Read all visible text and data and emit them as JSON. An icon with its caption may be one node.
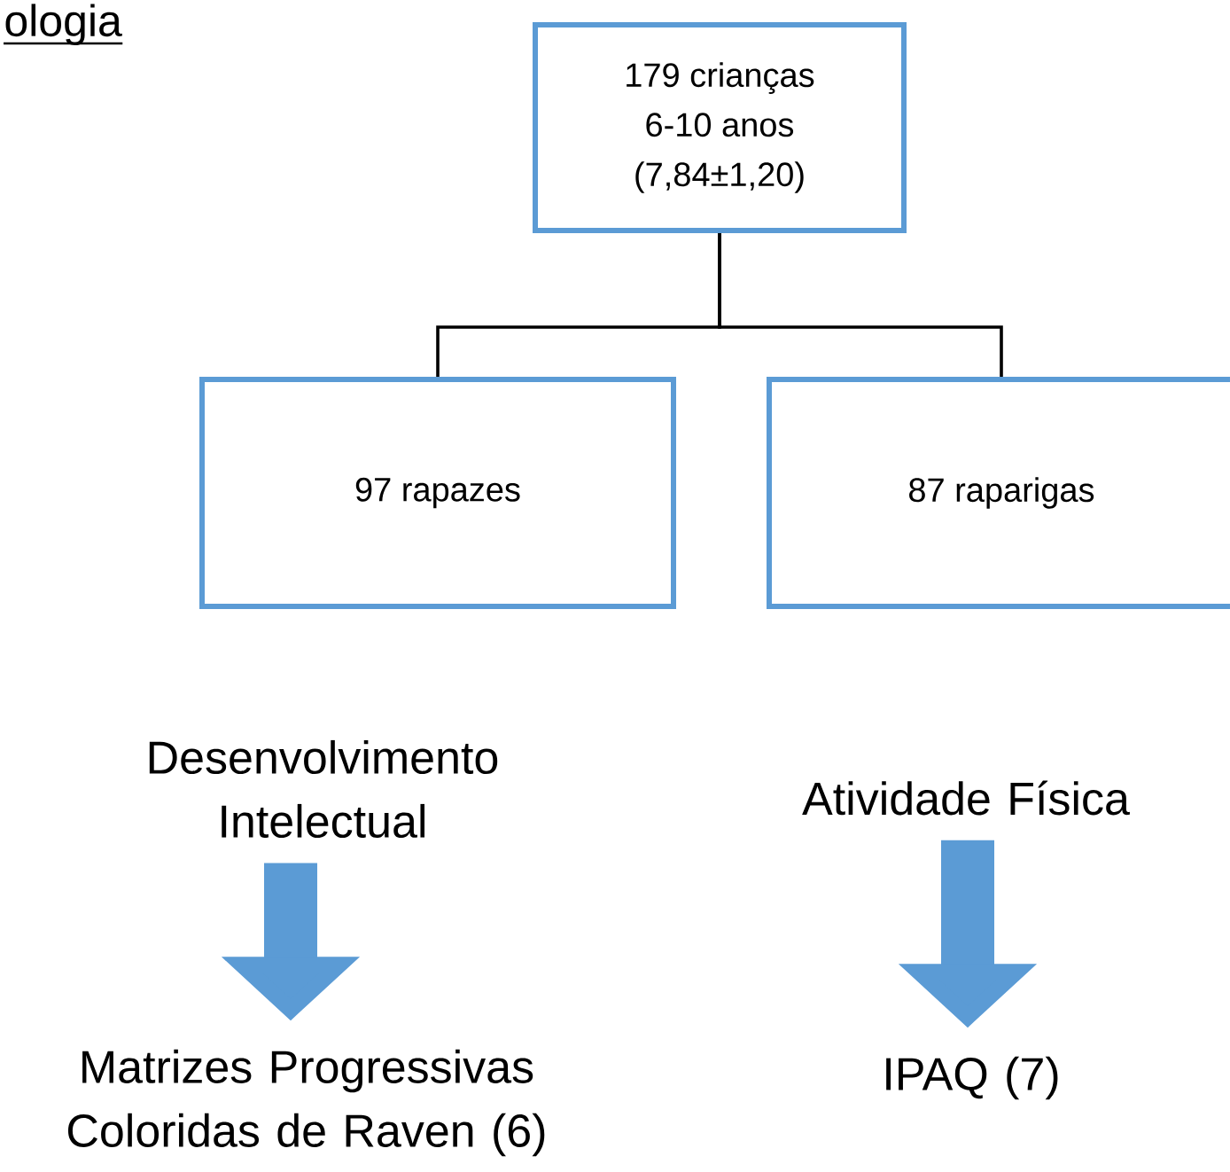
{
  "diagram": {
    "title": "ologia",
    "nodes": [
      {
        "text": [
          "179 crianças",
          "6-10 anos",
          "(7,84±1,20)"
        ]
      },
      {
        "text": [
          "97 rapazes"
        ]
      },
      {
        "text": [
          "87 raparigas"
        ]
      },
      {
        "text": [
          "Desenvolvimento Intelectual"
        ]
      },
      {
        "text": [
          "Matrizes Progressivas Coloridas de Raven (6)"
        ]
      },
      {
        "text": [
          "Atividade Física"
        ]
      },
      {
        "text": [
          "IPAQ (7)"
        ]
      }
    ],
    "edges": [
      {
        "from": 0,
        "to": 1,
        "arrow": "none"
      },
      {
        "from": 0,
        "to": 2,
        "arrow": "none"
      },
      {
        "from": 3,
        "to": 4,
        "arrow": "to",
        "style": "thick",
        "color": "#5b9bd5"
      },
      {
        "from": 5,
        "to": 6,
        "arrow": "to",
        "style": "thick",
        "color": "#5b9bd5"
      }
    ]
  }
}
